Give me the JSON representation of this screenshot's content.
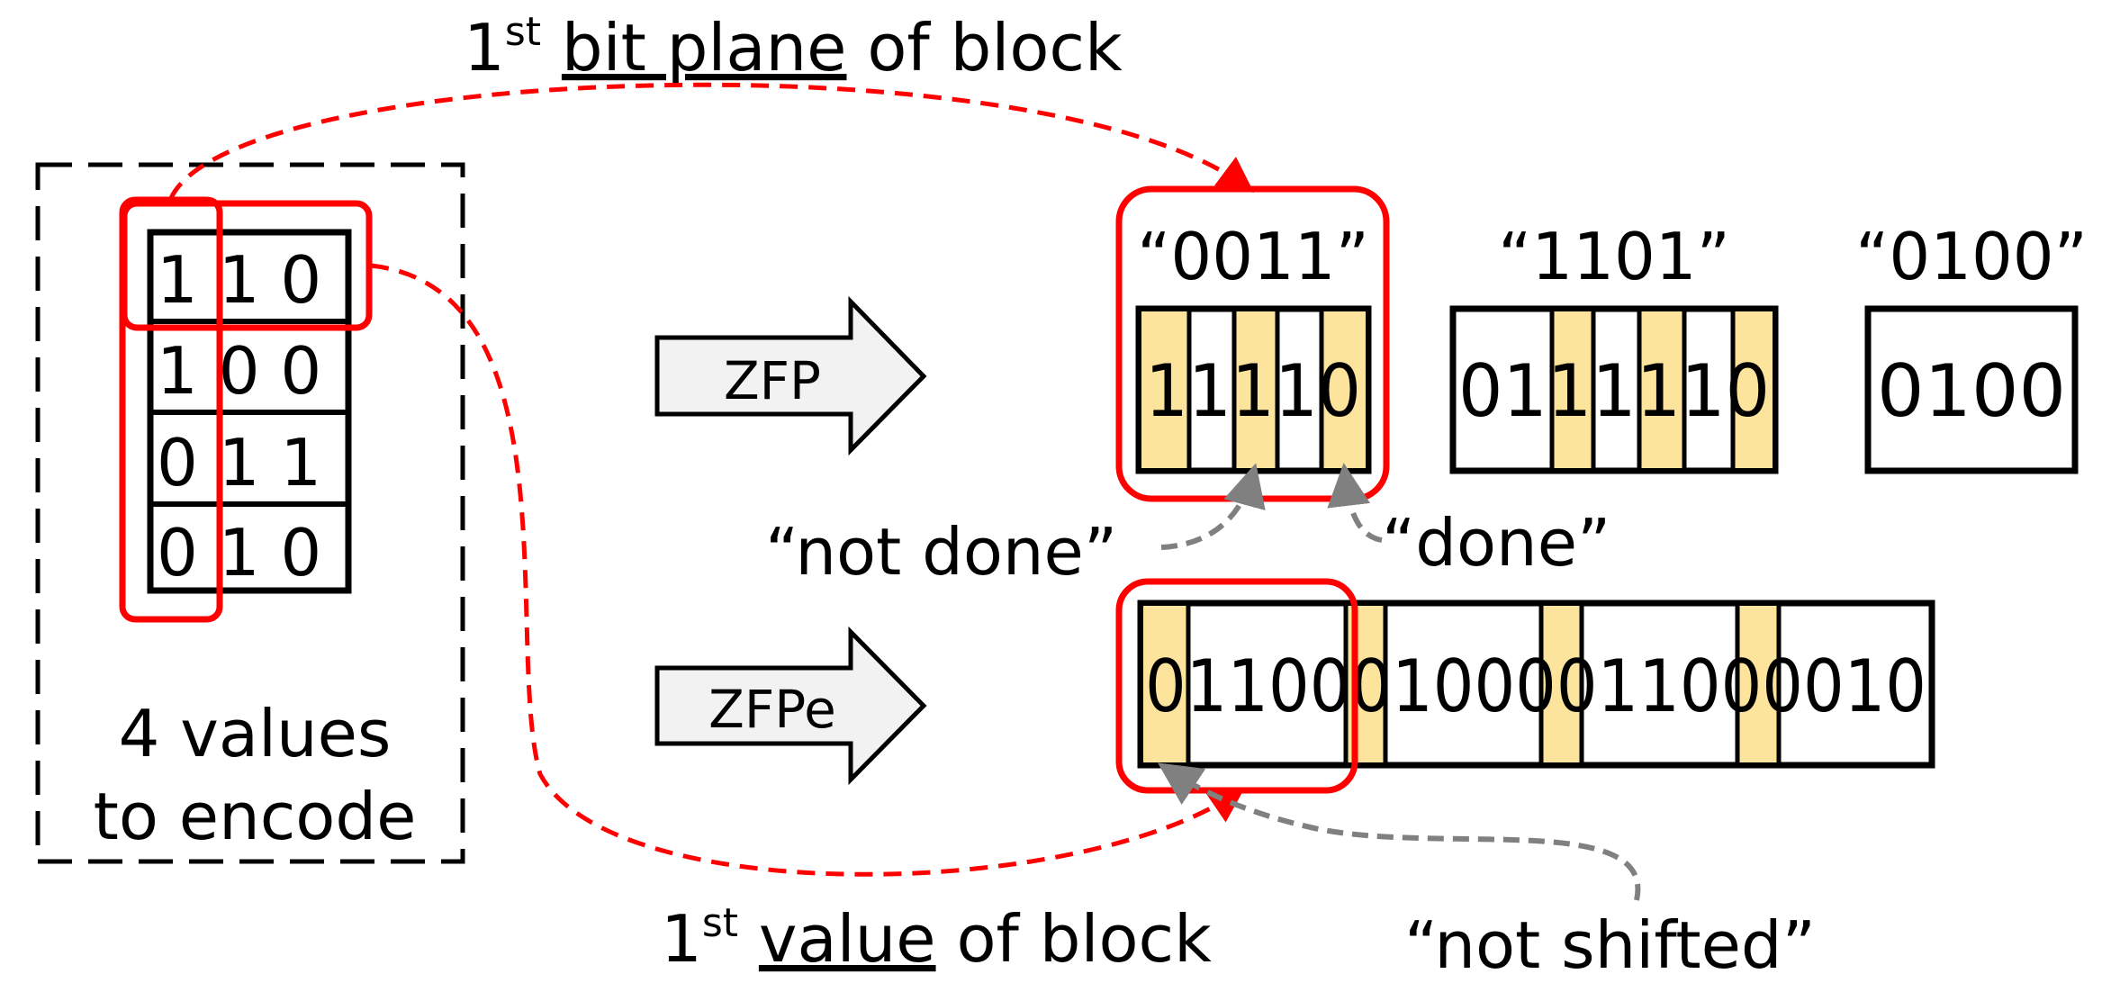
{
  "colors": {
    "highlight": "#ff0000",
    "bit_fill": "#fde49c",
    "arrow_fill": "#f2f2f2",
    "note_arrow": "#808080"
  },
  "top_label": {
    "ord": "1",
    "sup": "st",
    "underlined": "bit plane",
    "rest": " of block"
  },
  "bottom_label": {
    "ord": "1",
    "sup": "st",
    "underlined": "value",
    "rest": " of block"
  },
  "input_box": {
    "line1": "4 values",
    "line2": "to encode",
    "rows": [
      "1 1 0",
      "1 0 0",
      "0 1 1",
      "0 1 0"
    ]
  },
  "zfp": {
    "arrow_label": "ZFP",
    "groups": [
      {
        "quote": "“0011”",
        "text": "11110"
      },
      {
        "quote": "“1101”",
        "text": "0111110"
      },
      {
        "quote": "“0100”",
        "text": "0100"
      }
    ]
  },
  "zfpe": {
    "arrow_label": "ZFPe",
    "text": "0110001000011000010"
  },
  "notes": {
    "not_done": "“not done”",
    "done": "“done”",
    "not_shifted": "“not shifted”"
  }
}
